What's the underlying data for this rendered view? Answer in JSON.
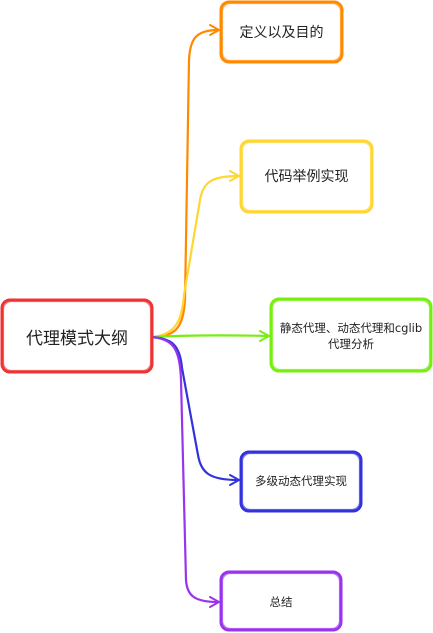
{
  "mindmap": {
    "root": {
      "label": "代理模式大纲",
      "color": "#ee3333"
    },
    "branches": [
      {
        "id": "definition",
        "lines": [
          "定义以及目的"
        ],
        "color": "#ff8a00"
      },
      {
        "id": "code-example",
        "lines": [
          "代码举例实现"
        ],
        "color": "#ffd633"
      },
      {
        "id": "proxy-types",
        "lines": [
          "静态代理、动态代理和cglib",
          "代理分析"
        ],
        "color": "#77ee11"
      },
      {
        "id": "multilevel-proxy",
        "lines": [
          "多级动态代理实现"
        ],
        "color": "#3333dd"
      },
      {
        "id": "summary",
        "lines": [
          "总结"
        ],
        "color": "#9933ee"
      }
    ]
  }
}
